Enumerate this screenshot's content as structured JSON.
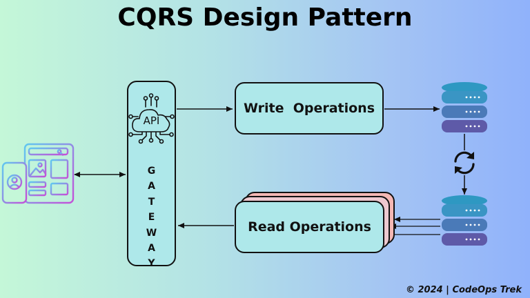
{
  "title": "CQRS Design Pattern",
  "gateway": {
    "api_label": "API",
    "letters": [
      "G",
      "A",
      "T",
      "E",
      "W",
      "A",
      "Y"
    ]
  },
  "write_operations": "Write  Operations",
  "read_operations": "Read Operations",
  "footer": "© 2024 | CodeOps Trek",
  "icons": {
    "client": "client-devices-icon",
    "api": "api-cloud-icon",
    "write_db": "database-icon",
    "read_db": "database-icon",
    "sync": "sync-icon"
  },
  "colors": {
    "box_fill": "#aee8ea",
    "stack_back": "#f5b8b4",
    "db_top": "#3fa8cc",
    "db_bottom": "#6650a8",
    "client_gradient_start": "#5fc8f0",
    "client_gradient_end": "#c54fd8"
  }
}
